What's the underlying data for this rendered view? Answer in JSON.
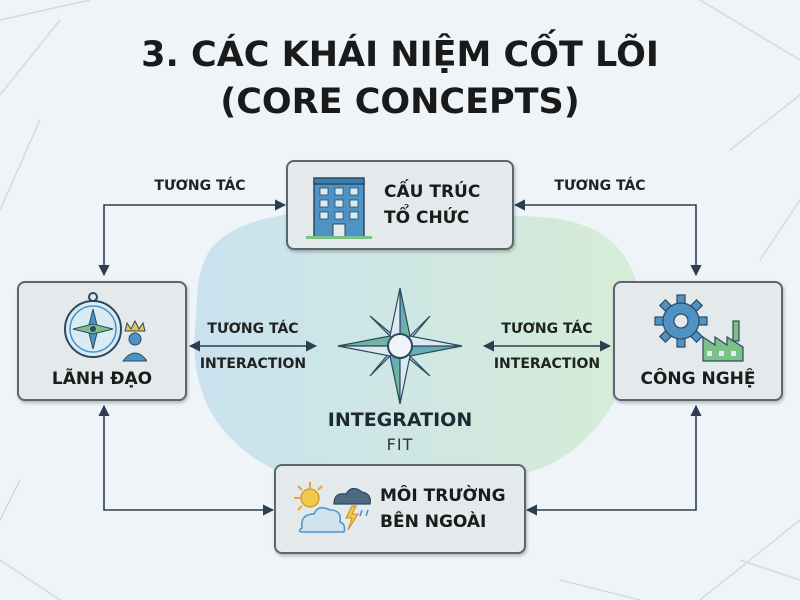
{
  "title": {
    "line1": "3. CÁC KHÁI NIỆM CỐT LÕI",
    "line2": "(CORE CONCEPTS)"
  },
  "nodes": {
    "structure": {
      "line1": "CẤU TRÚC",
      "line2": "TỔ CHỨC",
      "icon": "office-building-icon"
    },
    "leadership": {
      "label": "LÃNH ĐẠO",
      "icon": "compass-leader-icon"
    },
    "technology": {
      "label": "CÔNG NGHỆ",
      "icon": "gear-factory-icon"
    },
    "environment": {
      "line1": "MÔI TRƯỜNG",
      "line2": "BÊN NGOÀI",
      "icon": "weather-icon"
    }
  },
  "edges": {
    "top_left": "TƯƠNG TÁC",
    "top_right": "TƯƠNG TÁC",
    "left_line1": "TƯƠNG TÁC",
    "left_line2": "INTERACTION",
    "right_line1": "TƯƠNG TÁC",
    "right_line2": "INTERACTION"
  },
  "center": {
    "title": "INTEGRATION",
    "subtitle": "FIT",
    "icon": "compass-star-icon"
  },
  "colors": {
    "box_fill": "#e4e9ec",
    "box_border": "#5c6670",
    "arrow": "#2c3e50",
    "accent_blue": "#4a8fbf",
    "accent_green": "#7cc08a"
  }
}
